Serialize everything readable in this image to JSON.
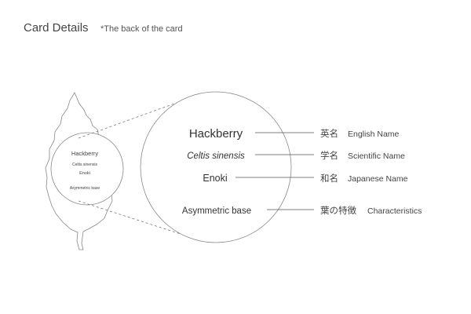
{
  "header": {
    "title": "Card Details",
    "note": "*The back of the card"
  },
  "card_small": {
    "name_en": "Hackberry",
    "name_sci": "Celtis sinensis",
    "name_jp": "Enoki",
    "feature": "Asymmetric base"
  },
  "card_zoom": {
    "name_en": "Hackberry",
    "name_sci": "Celtis sinensis",
    "name_jp": "Enoki",
    "feature": "Asymmetric base"
  },
  "legend": [
    {
      "jp": "英名",
      "en": "English Name"
    },
    {
      "jp": "学名",
      "en": "Scientific Name"
    },
    {
      "jp": "和名",
      "en": "Japanese Name"
    },
    {
      "jp": "葉の特徴",
      "en": "Characteristics"
    }
  ],
  "colors": {
    "line": "#777777",
    "text": "#333333"
  }
}
